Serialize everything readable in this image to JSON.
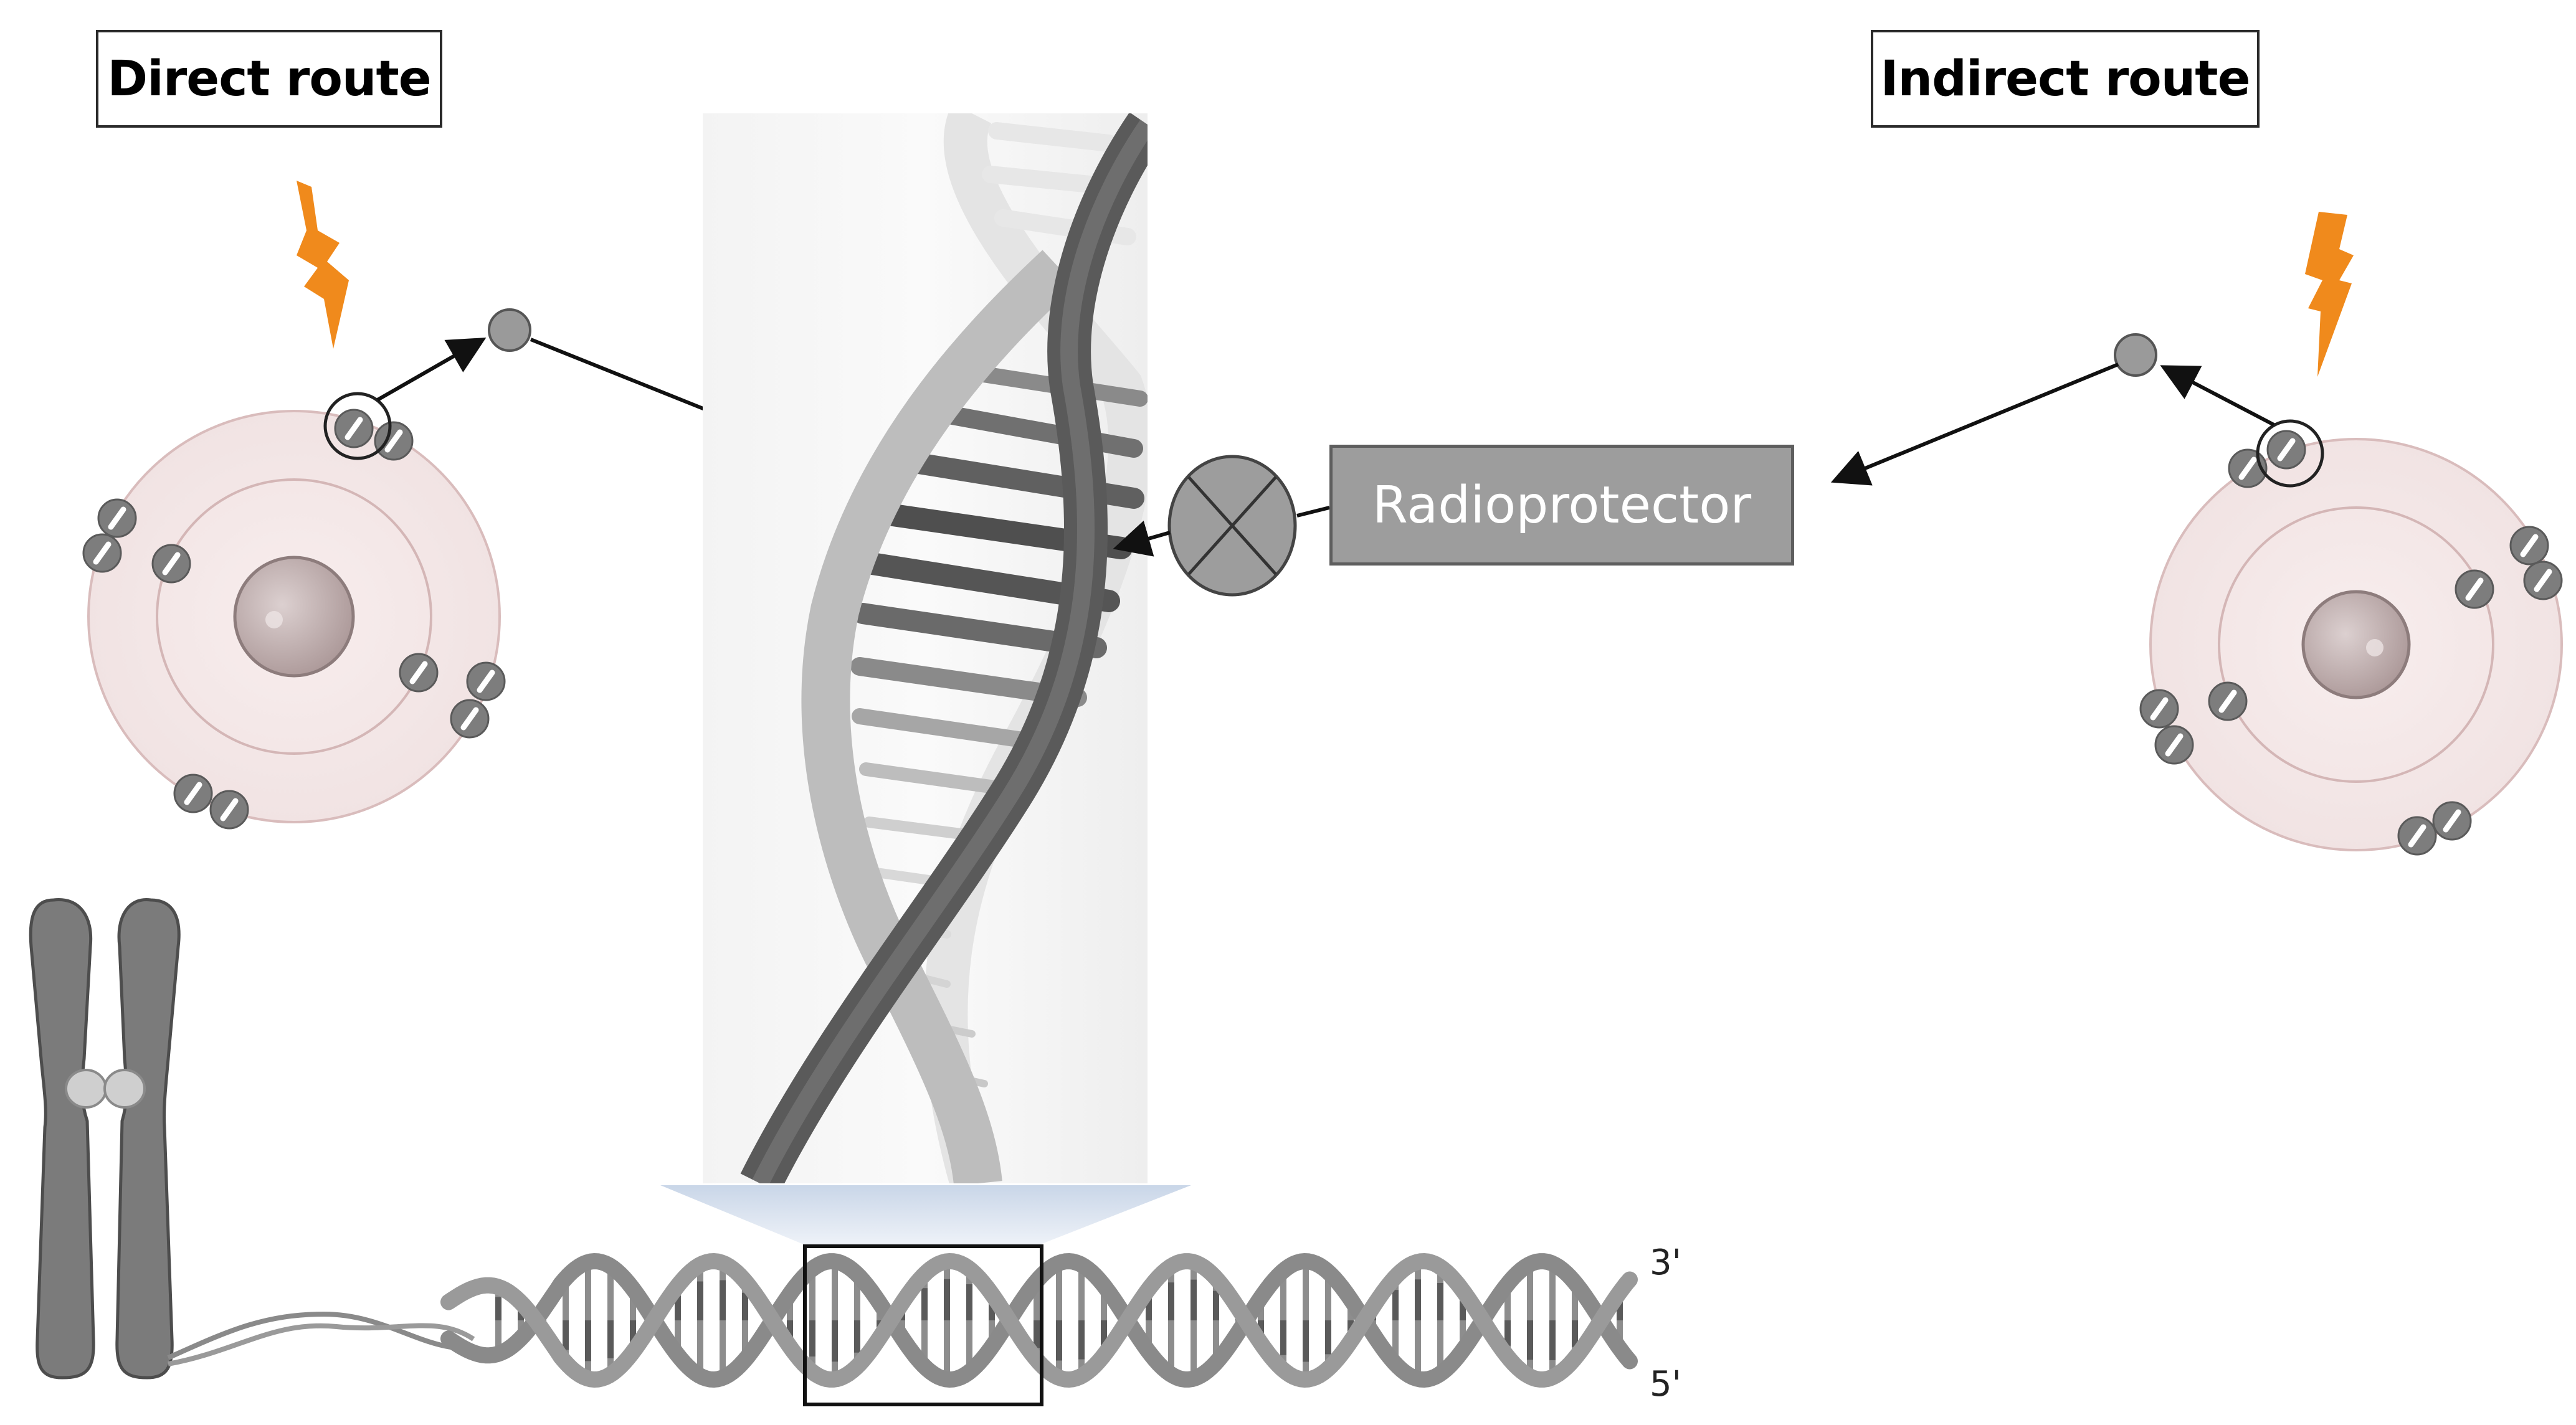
{
  "labels": {
    "direct_route": "Direct route",
    "indirect_route": "Indirect route",
    "radioprotector": "Radioprotector",
    "three_prime": "3'",
    "five_prime": "5'"
  },
  "colors": {
    "lightning": "#f08a1c",
    "radioprotector_fill": "#9d9d9d",
    "radioprotector_border": "#5e5e5e",
    "atom_shell": "#f4eaea",
    "nucleus": "#b8a8a8",
    "electron": "#7a7a7a",
    "dna_strand": "#8a8a8a",
    "chromosome": "#7b7b7b",
    "zoom_beam": "#dde6f2"
  },
  "icons": {
    "energy": "lightning-icon",
    "block": "inhibition-cross-icon"
  }
}
